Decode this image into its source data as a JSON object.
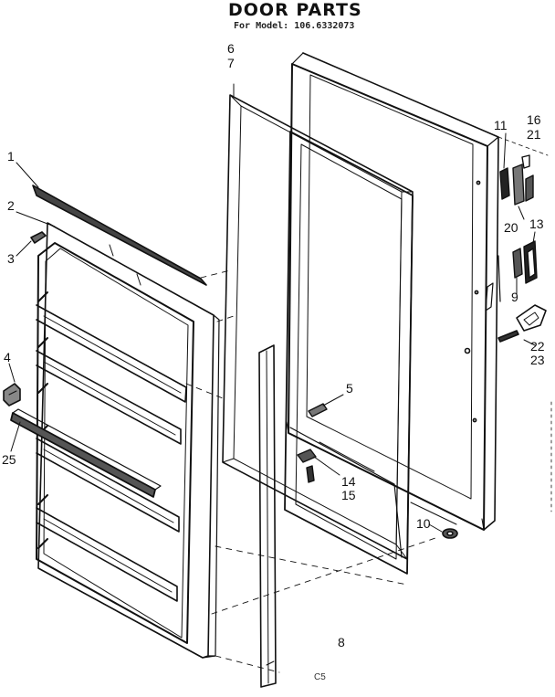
{
  "title": "DOOR PARTS",
  "subtitle": "For Model: 106.6332073",
  "footer": "C5",
  "callouts": {
    "c1": "1",
    "c2": "2",
    "c3": "3",
    "c4": "4",
    "c5": "5",
    "c6": "6",
    "c7": "7",
    "c8": "8",
    "c9": "9",
    "c10": "10",
    "c11": "11",
    "c13": "13",
    "c14": "14",
    "c15": "15",
    "c16": "16",
    "c20": "20",
    "c21": "21",
    "c22": "22",
    "c23": "23",
    "c25": "25"
  },
  "colors": {
    "ink": "#111111",
    "paper": "#ffffff"
  }
}
